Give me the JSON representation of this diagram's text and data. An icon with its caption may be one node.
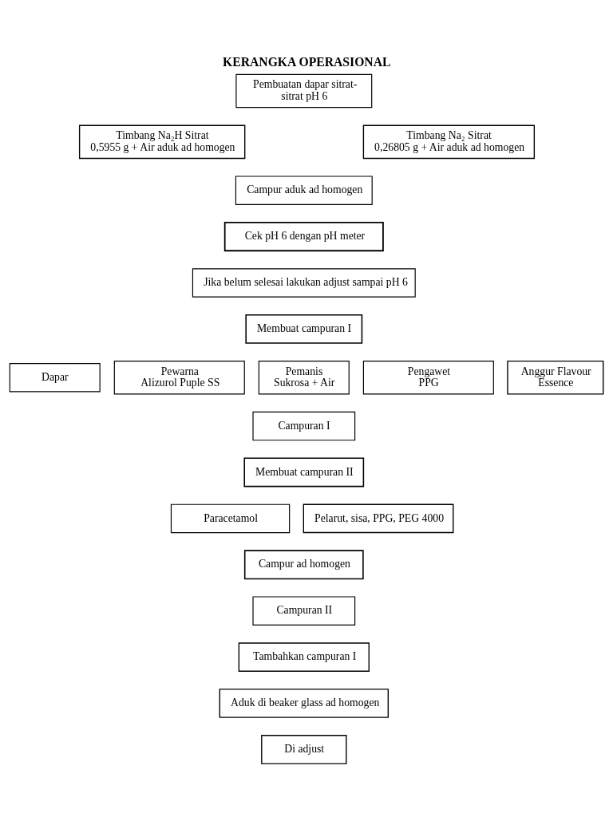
{
  "diagram": {
    "title": "KERANGKA OPERASIONAL",
    "nodes": [
      {
        "text": [
          "Pembuatan dapar sitrat-sitrat pH 6"
        ]
      },
      {
        "text": [
          "Timbang Na₂H Sitrat",
          "0,5955 g + Air aduk ad homogen"
        ]
      },
      {
        "text": [
          "Timbang Na₂ Sitrat",
          "0,26805 g + Air aduk ad homogen"
        ]
      },
      {
        "text": [
          "Campur aduk ad homogen"
        ]
      },
      {
        "text": [
          "Cek pH 6 dengan pH meter"
        ]
      },
      {
        "text": [
          "Jika belum selesai lakukan adjust sampai pH 6"
        ]
      },
      {
        "text": [
          "Membuat campuran I"
        ]
      },
      {
        "text": [
          "Dapar"
        ]
      },
      {
        "text": [
          "Pewarna",
          "Alizurol Puple SS"
        ]
      },
      {
        "text": [
          "Pemanis",
          "Sukrosa + Air"
        ]
      },
      {
        "text": [
          "Pengawet",
          "PPG"
        ]
      },
      {
        "text": [
          "Anggur Flavour Essence"
        ]
      },
      {
        "text": [
          "Campuran I"
        ]
      },
      {
        "text": [
          "Membuat campuran II"
        ]
      },
      {
        "text": [
          "Paracetamol"
        ]
      },
      {
        "text": [
          "Pelarut, sisa, PPG, PEG 4000"
        ]
      },
      {
        "text": [
          "Campur ad homogen"
        ]
      },
      {
        "text": [
          "Campuran II"
        ]
      },
      {
        "text": [
          "Tambahkan campuran I"
        ]
      },
      {
        "text": [
          "Aduk di beaker glass ad homogen"
        ]
      },
      {
        "text": [
          "Di adjust"
        ]
      }
    ]
  }
}
